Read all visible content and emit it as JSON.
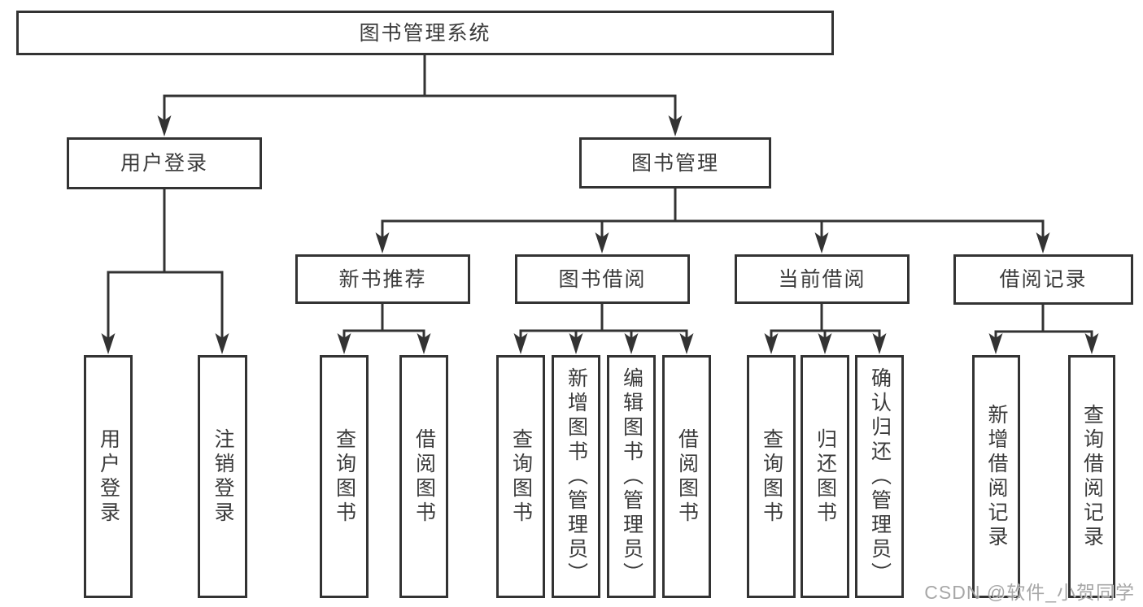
{
  "tree": {
    "label": "图书管理系统",
    "children": [
      {
        "label": "用户登录",
        "children": [
          {
            "label": "用户登录"
          },
          {
            "label": "注销登录"
          }
        ]
      },
      {
        "label": "图书管理",
        "children": [
          {
            "label": "新书推荐",
            "children": [
              {
                "label": "查询图书"
              },
              {
                "label": "借阅图书"
              }
            ]
          },
          {
            "label": "图书借阅",
            "children": [
              {
                "label": "查询图书"
              },
              {
                "label": "新增图书（管理员）"
              },
              {
                "label": "编辑图书（管理员）"
              },
              {
                "label": "借阅图书"
              }
            ]
          },
          {
            "label": "当前借阅",
            "children": [
              {
                "label": "查询图书"
              },
              {
                "label": "归还图书"
              },
              {
                "label": "确认归还（管理员）"
              }
            ]
          },
          {
            "label": "借阅记录",
            "children": [
              {
                "label": "新增借阅记录"
              },
              {
                "label": "查询借阅记录"
              }
            ]
          }
        ]
      }
    ]
  },
  "watermark": {
    "text": "CSDN @软件_小贺同学"
  },
  "colors": {
    "line": "#333333",
    "text": "#3b3b3b",
    "watermark": "#9e9e9e",
    "background": "#ffffff"
  }
}
